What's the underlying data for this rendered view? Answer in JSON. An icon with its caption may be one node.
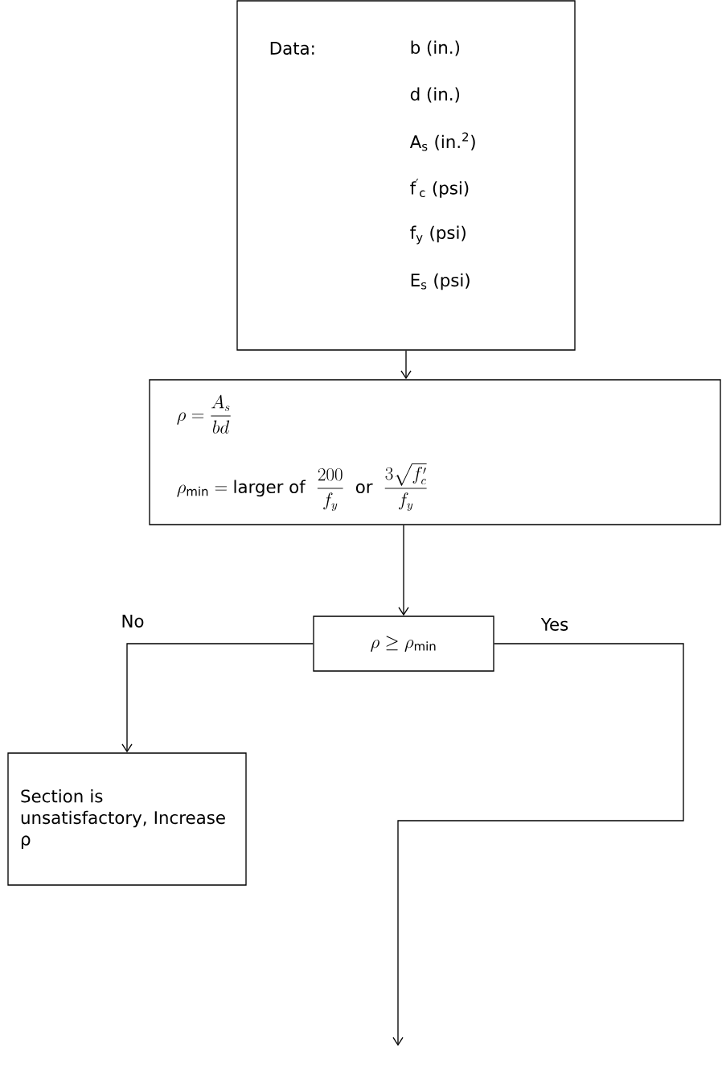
{
  "diagram": {
    "nodes": [
      {
        "text": [
          "Data:",
          "b (in.)",
          "d (in.)",
          "A$_{s}$ (in.$^{2}$)",
          "f$^{′}$$_{c}$ (psi)",
          "f$_{y}$ (psi)",
          "E$_{s}$ (psi)"
        ]
      },
      {
        "text": [
          "\\rho = \\frac{A_s}{bd}",
          "\\rho_{\\min} = \\text{larger of }\\ \\frac{200}{f_y}\\ \\text{ or }\\ \\frac{3\\sqrt{f'_c}}{f_y}"
        ]
      },
      {
        "text": [
          "\\rho \\geq \\rho_{\\min}"
        ]
      },
      {
        "text": [
          "Section is unsatisfactory, Increase ρ"
        ]
      }
    ],
    "edges": [
      {
        "from": 0,
        "to": 1,
        "arrow": "to"
      },
      {
        "from": 1,
        "to": 2,
        "arrow": "to"
      },
      {
        "from": 2,
        "to": 3,
        "arrow": "to",
        "label": "No"
      },
      {
        "from": 2,
        "to": null,
        "arrow": "to",
        "label": "Yes"
      }
    ]
  }
}
